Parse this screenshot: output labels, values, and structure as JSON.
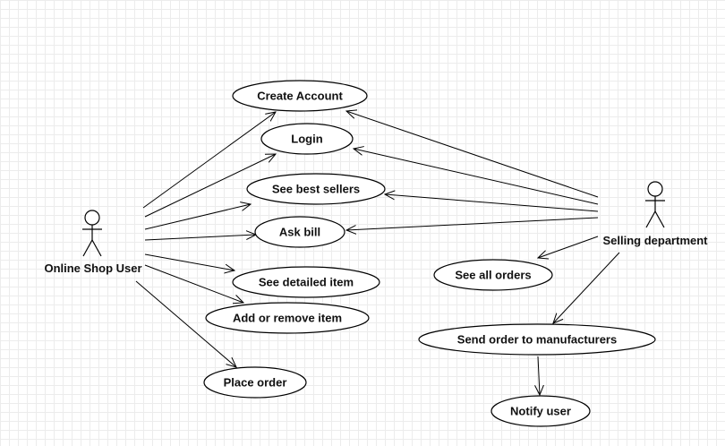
{
  "diagram": {
    "type": "use-case",
    "actors": [
      {
        "id": "online_shop_user",
        "label": "Online Shop User"
      },
      {
        "id": "selling_department",
        "label": "Selling department"
      }
    ],
    "use_cases": [
      {
        "id": "create_account",
        "label": "Create Account"
      },
      {
        "id": "login",
        "label": "Login"
      },
      {
        "id": "see_best_sellers",
        "label": "See best sellers"
      },
      {
        "id": "ask_bill",
        "label": "Ask bill"
      },
      {
        "id": "see_detailed_item",
        "label": "See detailed item"
      },
      {
        "id": "add_or_remove_item",
        "label": "Add or remove item"
      },
      {
        "id": "place_order",
        "label": "Place order"
      },
      {
        "id": "see_all_orders",
        "label": "See all orders"
      },
      {
        "id": "send_order_to_manufacturers",
        "label": "Send order to manufacturers"
      },
      {
        "id": "notify_user",
        "label": "Notify user"
      }
    ],
    "associations": [
      {
        "from": "online_shop_user",
        "to": "create_account"
      },
      {
        "from": "online_shop_user",
        "to": "login"
      },
      {
        "from": "online_shop_user",
        "to": "see_best_sellers"
      },
      {
        "from": "online_shop_user",
        "to": "ask_bill"
      },
      {
        "from": "online_shop_user",
        "to": "see_detailed_item"
      },
      {
        "from": "online_shop_user",
        "to": "add_or_remove_item"
      },
      {
        "from": "online_shop_user",
        "to": "place_order"
      },
      {
        "from": "selling_department",
        "to": "create_account"
      },
      {
        "from": "selling_department",
        "to": "login"
      },
      {
        "from": "selling_department",
        "to": "see_best_sellers"
      },
      {
        "from": "selling_department",
        "to": "ask_bill"
      },
      {
        "from": "selling_department",
        "to": "see_all_orders"
      },
      {
        "from": "selling_department",
        "to": "send_order_to_manufacturers"
      },
      {
        "from": "send_order_to_manufacturers",
        "to": "notify_user"
      }
    ]
  }
}
